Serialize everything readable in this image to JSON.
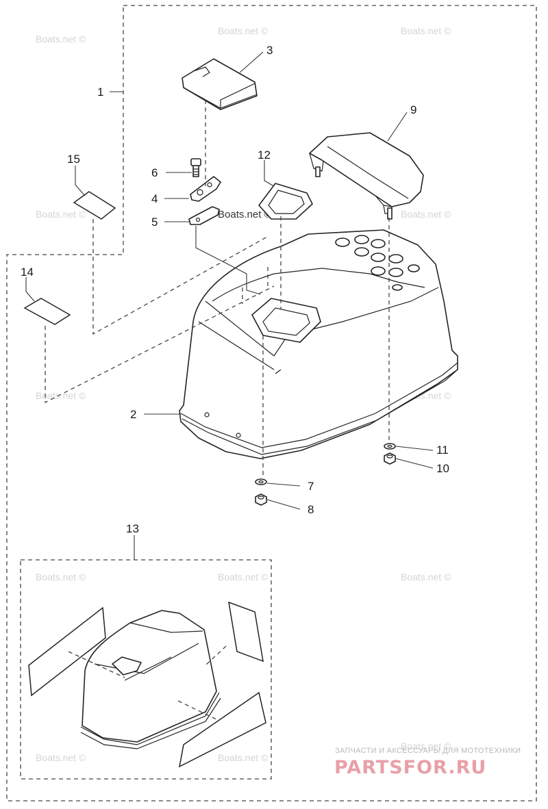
{
  "labels": {
    "p1": "1",
    "p2": "2",
    "p3": "3",
    "p4": "4",
    "p5": "5",
    "p6": "6",
    "p7": "7",
    "p8": "8",
    "p9": "9",
    "p10": "10",
    "p11": "11",
    "p12": "12",
    "p13": "13",
    "p14": "14",
    "p15": "15"
  },
  "watermark": "Boats.net ©",
  "brand": {
    "tagline": "ЗАПЧАСТИ И АКСЕССУАРЫ ДЛЯ МОТОТЕХНИКИ",
    "name": "PARTSFOR.RU"
  },
  "colors": {
    "line": "#222222",
    "watermark": "#d4d4d4",
    "brand": "#e8a0a8"
  }
}
